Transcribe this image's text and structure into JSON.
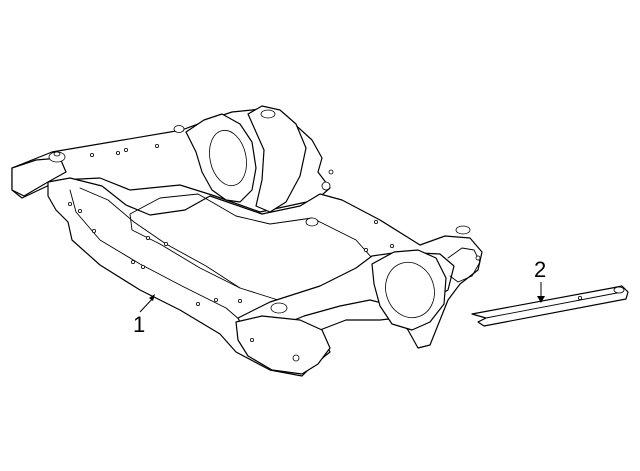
{
  "callouts": [
    {
      "label": "1",
      "part": "engine-cradle-subframe"
    },
    {
      "label": "2",
      "part": "brace-bar"
    }
  ],
  "colors": {
    "line": "#000000",
    "background": "#ffffff"
  }
}
